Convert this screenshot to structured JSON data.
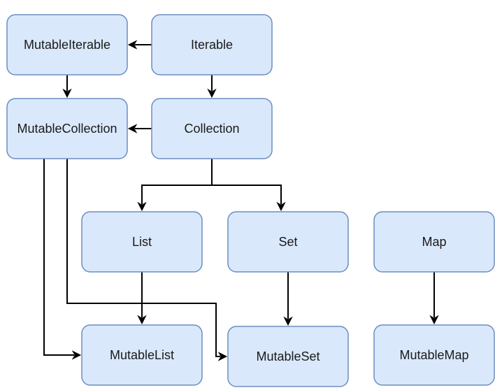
{
  "diagram": {
    "nodes": [
      {
        "id": "mutable-iterable",
        "label": "MutableIterable"
      },
      {
        "id": "iterable",
        "label": "Iterable"
      },
      {
        "id": "mutable-collection",
        "label": "MutableCollection"
      },
      {
        "id": "collection",
        "label": "Collection"
      },
      {
        "id": "list",
        "label": "List"
      },
      {
        "id": "set",
        "label": "Set"
      },
      {
        "id": "map",
        "label": "Map"
      },
      {
        "id": "mutable-list",
        "label": "MutableList"
      },
      {
        "id": "mutable-set",
        "label": "MutableSet"
      },
      {
        "id": "mutable-map",
        "label": "MutableMap"
      }
    ],
    "edges": [
      {
        "from": "iterable",
        "to": "mutable-iterable"
      },
      {
        "from": "iterable",
        "to": "collection"
      },
      {
        "from": "mutable-iterable",
        "to": "mutable-collection"
      },
      {
        "from": "collection",
        "to": "mutable-collection"
      },
      {
        "from": "collection",
        "to": "list"
      },
      {
        "from": "collection",
        "to": "set"
      },
      {
        "from": "list",
        "to": "mutable-list"
      },
      {
        "from": "set",
        "to": "mutable-set"
      },
      {
        "from": "map",
        "to": "mutable-map"
      },
      {
        "from": "mutable-collection",
        "to": "mutable-list"
      },
      {
        "from": "mutable-collection",
        "to": "mutable-set"
      }
    ]
  }
}
